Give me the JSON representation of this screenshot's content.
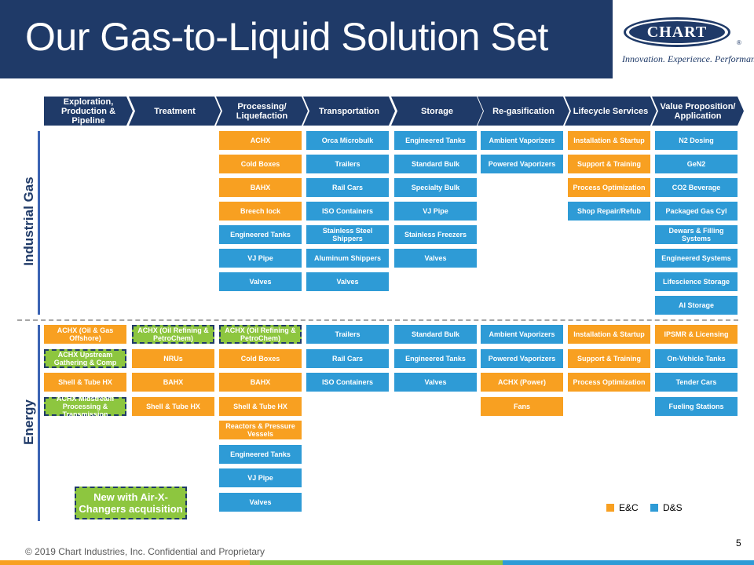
{
  "header": {
    "title": "Our Gas-to-Liquid Solution Set",
    "logo_text": "CHART",
    "tagline": "Innovation. Experience. Performance."
  },
  "stages": [
    "Exploration, Production & Pipeline",
    "Treatment",
    "Processing/ Liquefaction",
    "Transportation",
    "Storage",
    "Re-gasification",
    "Lifecycle Services",
    "Value Proposition/ Application"
  ],
  "sections": {
    "industrial": "Industrial Gas",
    "energy": "Energy"
  },
  "industrial_gas": [
    [],
    [],
    [
      {
        "label": "ACHX",
        "type": "ec"
      },
      {
        "label": "Cold Boxes",
        "type": "ec"
      },
      {
        "label": "BAHX",
        "type": "ec"
      },
      {
        "label": "Breech lock",
        "type": "ec"
      },
      {
        "label": "Engineered Tanks",
        "type": "ds"
      },
      {
        "label": "VJ Pipe",
        "type": "ds"
      },
      {
        "label": "Valves",
        "type": "ds"
      }
    ],
    [
      {
        "label": "Orca Microbulk",
        "type": "ds"
      },
      {
        "label": "Trailers",
        "type": "ds"
      },
      {
        "label": "Rail Cars",
        "type": "ds"
      },
      {
        "label": "ISO Containers",
        "type": "ds"
      },
      {
        "label": "Stainless Steel Shippers",
        "type": "ds"
      },
      {
        "label": "Aluminum Shippers",
        "type": "ds"
      },
      {
        "label": "Valves",
        "type": "ds"
      }
    ],
    [
      {
        "label": "Engineered Tanks",
        "type": "ds"
      },
      {
        "label": "Standard Bulk",
        "type": "ds"
      },
      {
        "label": "Specialty Bulk",
        "type": "ds"
      },
      {
        "label": "VJ Pipe",
        "type": "ds"
      },
      {
        "label": "Stainless Freezers",
        "type": "ds"
      },
      {
        "label": "Valves",
        "type": "ds"
      }
    ],
    [
      {
        "label": "Ambient Vaporizers",
        "type": "ds"
      },
      {
        "label": "Powered Vaporizers",
        "type": "ds"
      }
    ],
    [
      {
        "label": "Installation & Startup",
        "type": "ec"
      },
      {
        "label": "Support & Training",
        "type": "ec"
      },
      {
        "label": "Process Optimization",
        "type": "ec"
      },
      {
        "label": "Shop Repair/Refub",
        "type": "ds"
      }
    ],
    [
      {
        "label": "N2 Dosing",
        "type": "ds"
      },
      {
        "label": "GeN2",
        "type": "ds"
      },
      {
        "label": "CO2 Beverage",
        "type": "ds"
      },
      {
        "label": "Packaged Gas Cyl",
        "type": "ds"
      },
      {
        "label": "Dewars & Filling Systems",
        "type": "ds"
      },
      {
        "label": "Engineered Systems",
        "type": "ds"
      },
      {
        "label": "Lifescience Storage",
        "type": "ds"
      },
      {
        "label": "AI Storage",
        "type": "ds"
      }
    ]
  ],
  "energy": [
    [
      {
        "label": "ACHX (Oil & Gas Offshore)",
        "type": "ec"
      },
      {
        "label": "ACHX Upstream Gathering & Comp",
        "type": "nw"
      },
      {
        "label": "Shell & Tube HX",
        "type": "ec"
      },
      {
        "label": "ACHX Midstream Processing & Transmission",
        "type": "nw"
      }
    ],
    [
      {
        "label": "ACHX (Oil Refining & PetroChem)",
        "type": "nw"
      },
      {
        "label": "NRUs",
        "type": "ec"
      },
      {
        "label": "BAHX",
        "type": "ec"
      },
      {
        "label": "Shell & Tube HX",
        "type": "ec"
      }
    ],
    [
      {
        "label": "ACHX (Oil Refining & PetroChem)",
        "type": "nw"
      },
      {
        "label": "Cold Boxes",
        "type": "ec"
      },
      {
        "label": "BAHX",
        "type": "ec"
      },
      {
        "label": "Shell & Tube HX",
        "type": "ec"
      },
      {
        "label": "Reactors & Pressure Vessels",
        "type": "ec"
      },
      {
        "label": "Engineered Tanks",
        "type": "ds"
      },
      {
        "label": "VJ Pipe",
        "type": "ds"
      },
      {
        "label": "Valves",
        "type": "ds"
      }
    ],
    [
      {
        "label": "Trailers",
        "type": "ds"
      },
      {
        "label": "Rail Cars",
        "type": "ds"
      },
      {
        "label": "ISO Containers",
        "type": "ds"
      }
    ],
    [
      {
        "label": "Standard Bulk",
        "type": "ds"
      },
      {
        "label": "Engineered Tanks",
        "type": "ds"
      },
      {
        "label": "Valves",
        "type": "ds"
      }
    ],
    [
      {
        "label": "Ambient Vaporizers",
        "type": "ds"
      },
      {
        "label": "Powered Vaporizers",
        "type": "ds"
      },
      {
        "label": "ACHX (Power)",
        "type": "ec"
      },
      {
        "label": "Fans",
        "type": "ec"
      }
    ],
    [
      {
        "label": "Installation & Startup",
        "type": "ec"
      },
      {
        "label": "Support & Training",
        "type": "ec"
      },
      {
        "label": "Process Optimization",
        "type": "ec"
      }
    ],
    [
      {
        "label": "IPSMR & Licensing",
        "type": "ec"
      },
      {
        "label": "On-Vehicle Tanks",
        "type": "ds"
      },
      {
        "label": "Tender Cars",
        "type": "ds"
      },
      {
        "label": "Fueling Stations",
        "type": "ds"
      }
    ]
  ],
  "new_note": "New with Air-X-Changers acquisition",
  "legend": [
    {
      "label": "E&C",
      "color": "#F8A021"
    },
    {
      "label": "D&S",
      "color": "#2E9BD6"
    }
  ],
  "footer": {
    "copyright": "© 2019 Chart Industries, Inc. Confidential and Proprietary",
    "page": "5"
  }
}
